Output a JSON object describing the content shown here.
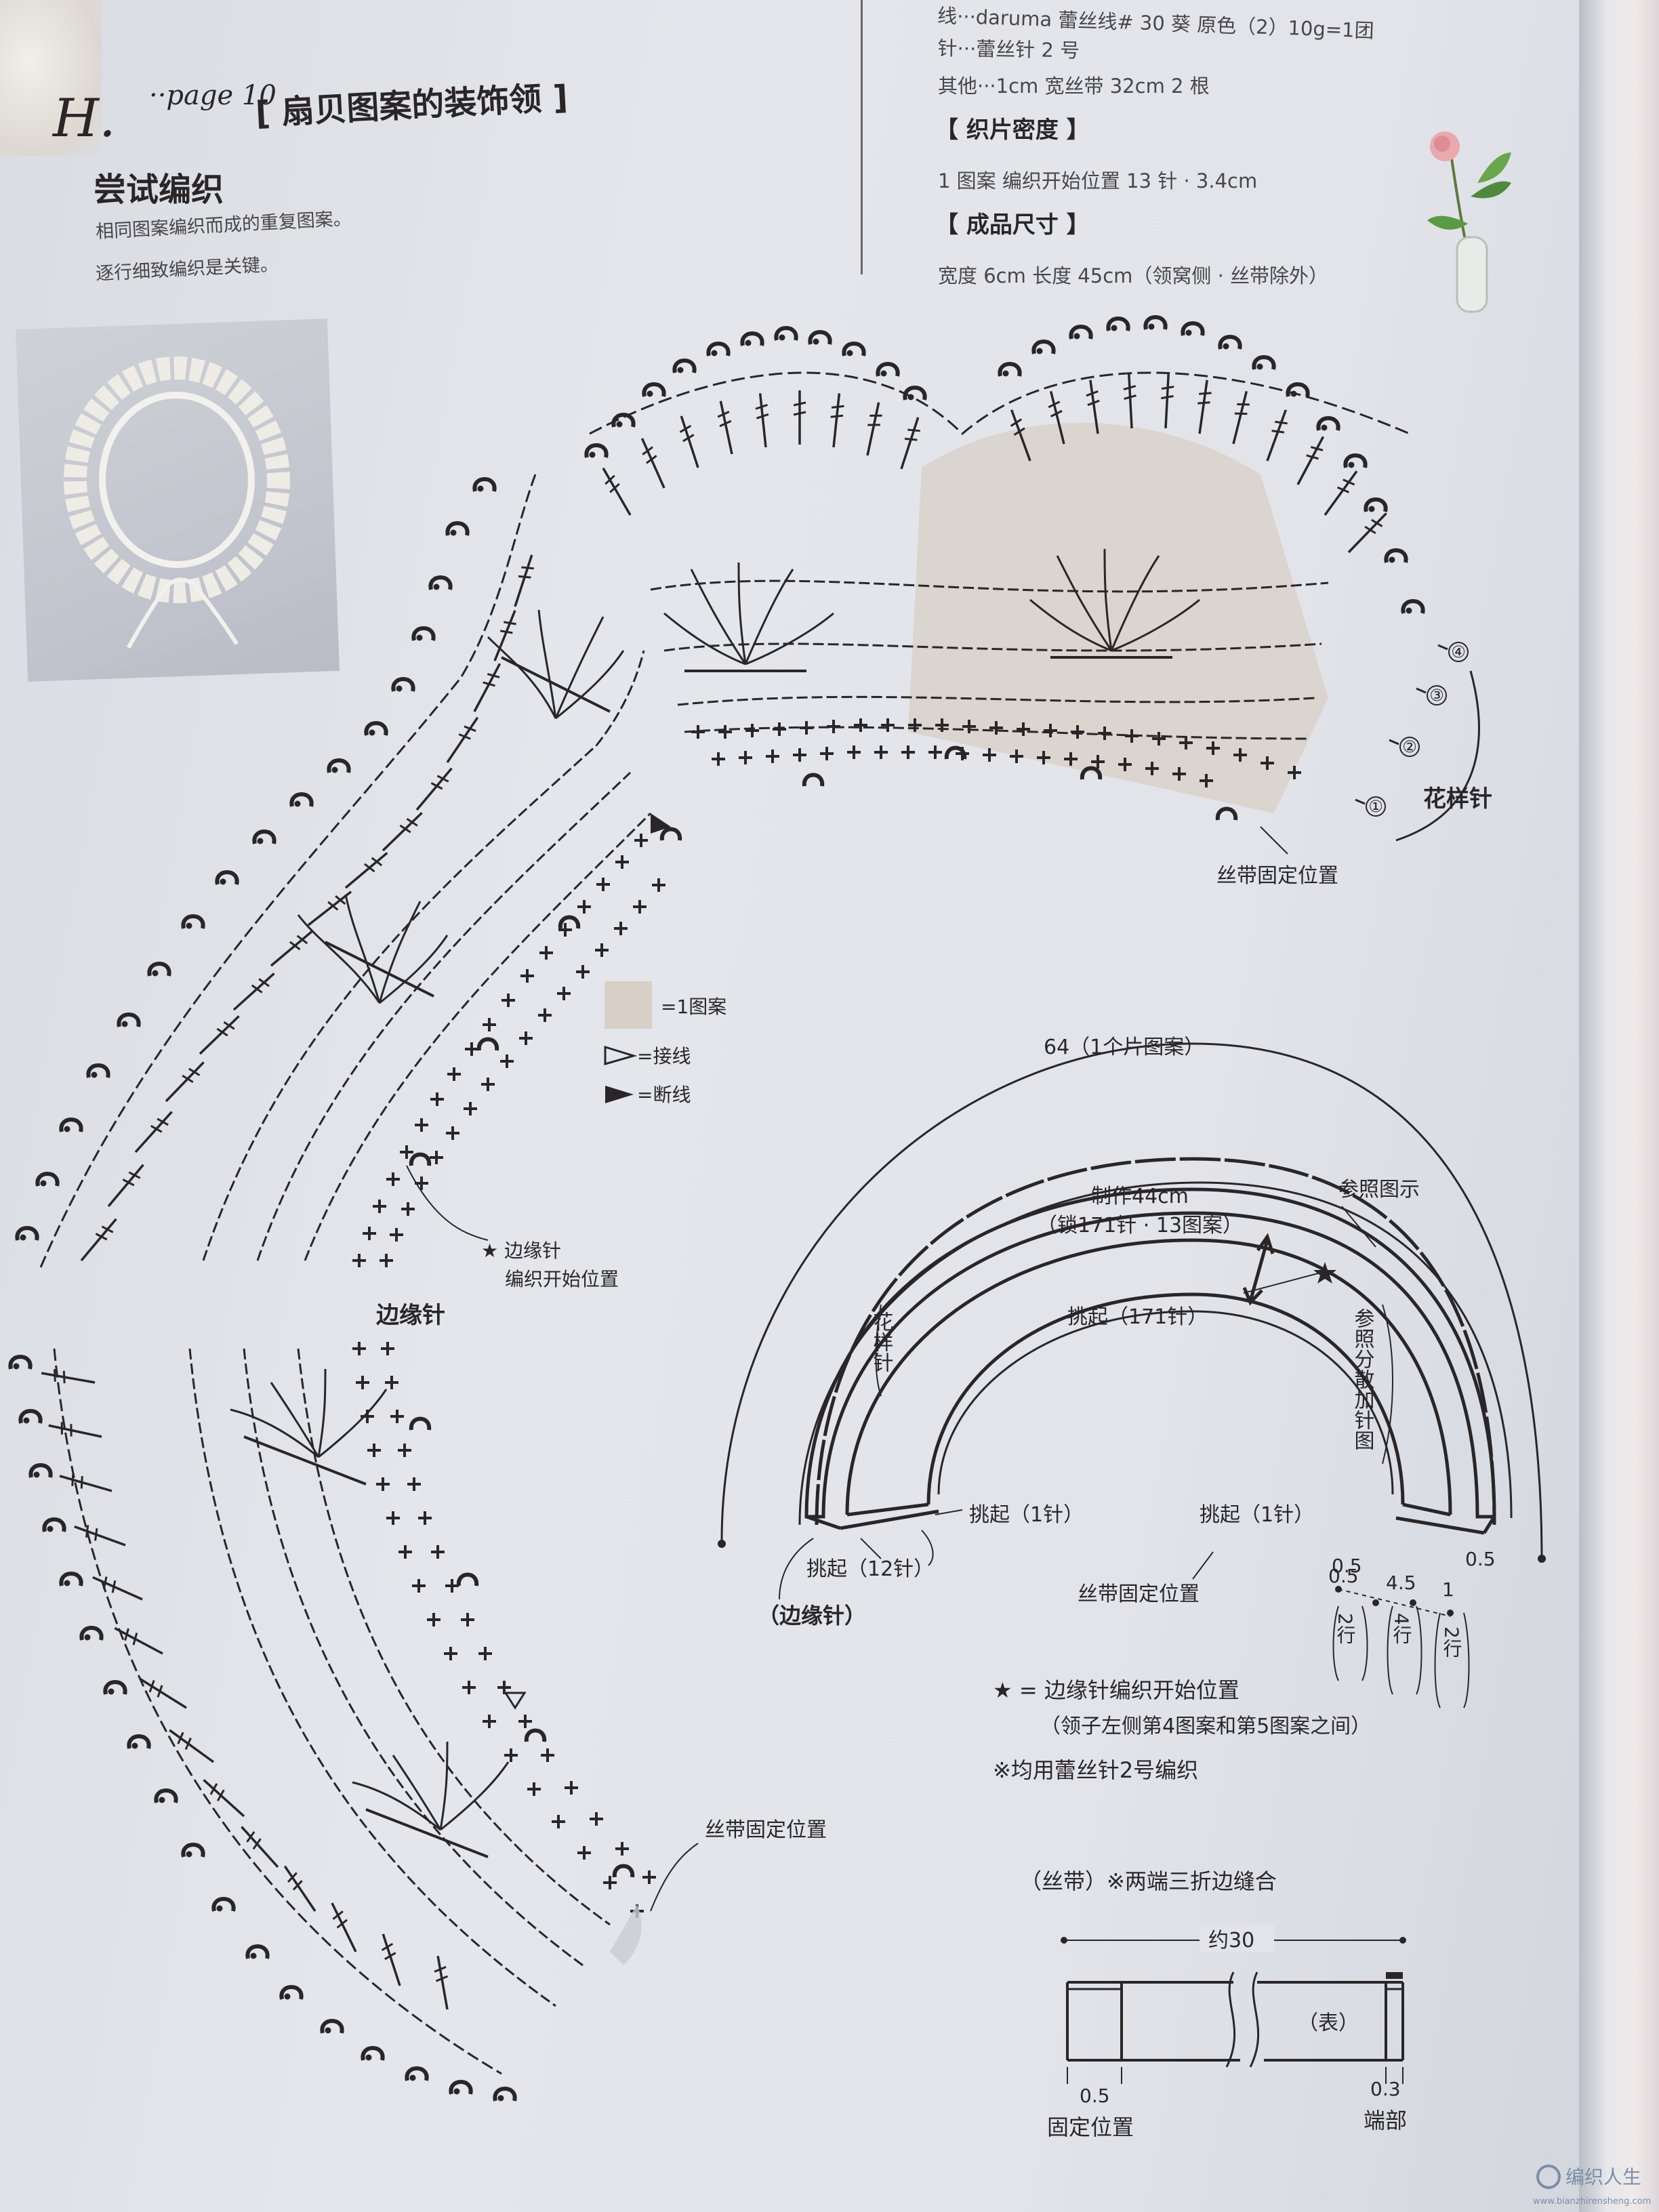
{
  "header": {
    "section_mark": "H.",
    "page_ref": "··page 10",
    "title": "尝试编织",
    "title_bracket": "[ 扇贝图案的装饰领 ]",
    "intro_line1": "相同图案编织而成的重复图案。",
    "intro_line2": "逐行细致编织是关键。"
  },
  "materials": {
    "yarn_line": "线···daruma 蕾丝线# 30 葵  原色（2）10g=1团",
    "hook_line": "针···蕾丝针 2 号",
    "other_line": "其他···1cm 宽丝带 32cm  2 根",
    "gauge_heading": "【 织片密度 】",
    "gauge_text": "1 图案  编织开始位置 13 针 · 3.4cm",
    "size_heading": "【 成品尺寸 】",
    "size_text": "宽度 6cm  长度 45cm（领窝侧 · 丝带除外）"
  },
  "chart": {
    "row_markers": [
      "①",
      "②",
      "③",
      "④"
    ],
    "pattern_label": "花样针",
    "ribbon_pos_label_top": "丝带固定位置",
    "ribbon_pos_label_bottom": "丝带固定位置",
    "edge_start_line1": "★ 边缘针",
    "edge_start_line2": "编织开始位置",
    "edge_label": "边缘针"
  },
  "legend": {
    "motif": "=1图案",
    "join": "=接线",
    "cut": "=断线"
  },
  "schematic": {
    "outer_label": "64（1个片图案）",
    "reference_label": "参照图示",
    "make_label": "制作44cm",
    "chain_label": "（锁171针 · 13图案）",
    "pickup_label": "挑起（171针）",
    "pattern_vertical": "花样针",
    "increase_vertical": "参照分散加针图",
    "pickup_one_left": "挑起（1针）",
    "pickup_one_right": "挑起（1针）",
    "pickup_twelve": "挑起（12针）",
    "edge_label": "（边缘针）",
    "ribbon_pos": "丝带固定位置",
    "dim_left": "0.5",
    "dim_right": "0.5",
    "row_dims": [
      {
        "value": "0.5",
        "rows": "2行"
      },
      {
        "value": "4.5",
        "rows": "4行"
      },
      {
        "value": "1",
        "rows": "2行"
      }
    ]
  },
  "notes": {
    "star_note": "★ = 边缘针编织开始位置",
    "star_note_sub": "（领子左侧第4图案和第5图案之间）",
    "hook_note": "※均用蕾丝针2号编织"
  },
  "ribbon": {
    "heading": "（丝带）※两端三折边缝合",
    "length": "约30",
    "face": "（表）",
    "left_dim": "0.5",
    "left_label": "固定位置",
    "right_dim": "0.3",
    "right_label": "端部"
  },
  "watermark": {
    "brand": "编织人生",
    "url": "www.bianzhirensheng.com"
  },
  "colors": {
    "ink": "#2a2628",
    "motif_shade": "#d8cfc6",
    "paper": "#e2e4ea"
  }
}
